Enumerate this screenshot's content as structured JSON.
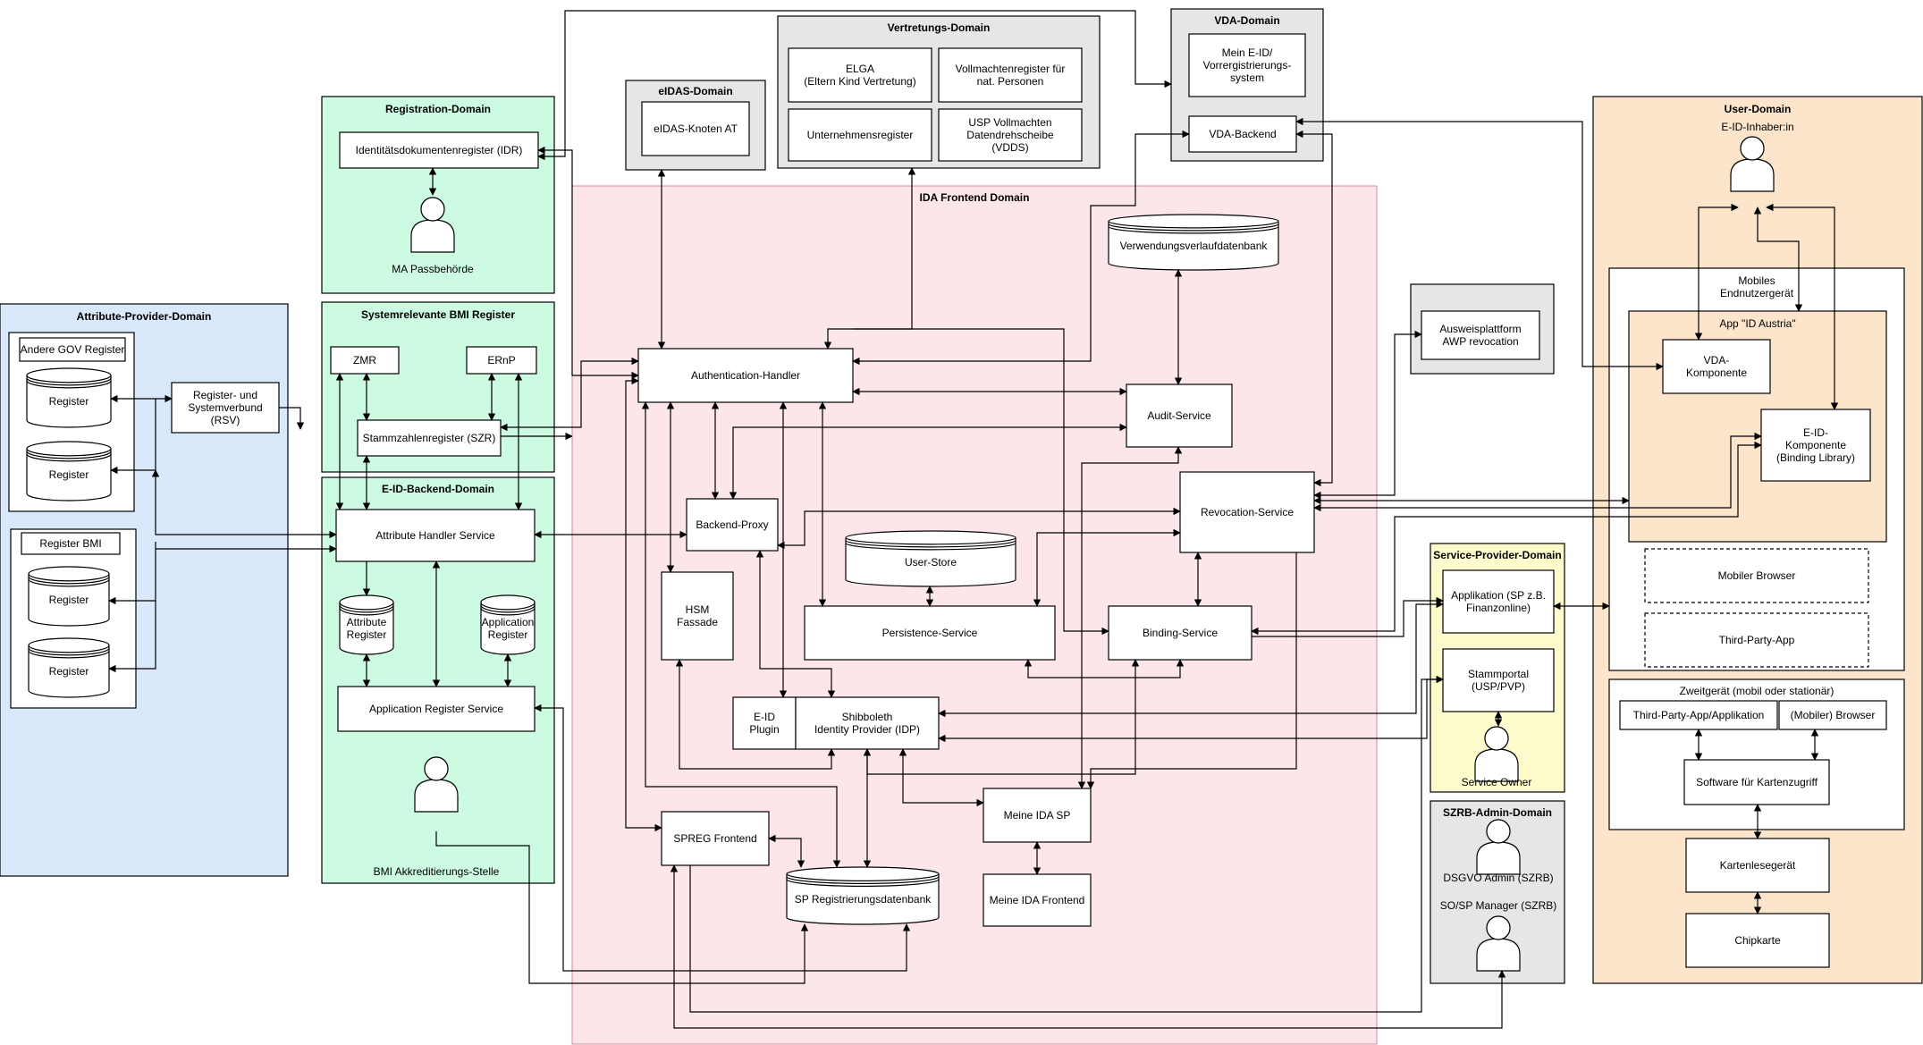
{
  "domains": {
    "attribute_provider": "Attribute-Provider-Domain",
    "registration": "Registration-Domain",
    "bmi_register": "Systemrelevante BMI Register",
    "eid_backend": "E-ID-Backend-Domain",
    "eidas": "eIDAS-Domain",
    "vertretung": "Vertretungs-Domain",
    "vda": "VDA-Domain",
    "ida_frontend": "IDA Frontend Domain",
    "user": "User-Domain",
    "service_provider": "Service-Provider-Domain",
    "szrb_admin": "SZRB-Admin-Domain"
  },
  "colors": {
    "attribute_provider": "#dae8fc",
    "registration": "#ccfbe2",
    "eid_backend": "#ccfbe2",
    "ida_frontend": "#fde6ea",
    "grey": "#e6e6e6",
    "user": "#fde5cc",
    "service_provider": "#fefccd"
  },
  "nodes": {
    "andere_gov": "Andere GOV Register",
    "register": "Register",
    "register_bmi": "Register BMI",
    "rsv": [
      "Register- und",
      "Systemverbund",
      "(RSV)"
    ],
    "idr": "Identitätsdokumentenregister (IDR)",
    "ma_passbehoerde": "MA Passbehörde",
    "zmr": "ZMR",
    "ernp": "ERnP",
    "szr": "Stammzahlenregister (SZR)",
    "attribute_handler": "Attribute Handler Service",
    "attribute_register": [
      "Attribute",
      "Register"
    ],
    "application_register": [
      "Application",
      "Register"
    ],
    "application_register_service": "Application Register Service",
    "bmi_akkreditierung": "BMI Akkreditierungs-Stelle",
    "eidas_knoten": "eIDAS-Knoten AT",
    "elga": [
      "ELGA",
      "(Eltern Kind Vertretung)"
    ],
    "vollmachtenregister": [
      "Vollmachtenregister für",
      "nat. Personen"
    ],
    "unternehmensregister": "Unternehmensregister",
    "usp_vollmachten": [
      "USP Vollmachten",
      "Datendrehscheibe",
      "(VDDS)"
    ],
    "mein_eid": [
      "Mein E-ID/",
      "Vorrergistrierungs-",
      "system"
    ],
    "vda_backend": "VDA-Backend",
    "verwendungsverlauf": "Verwendungsverlaufdatenbank",
    "authentication_handler": "Authentication-Handler",
    "audit_service": "Audit-Service",
    "backend_proxy": "Backend-Proxy",
    "revocation_service": "Revocation-Service",
    "user_store": "User-Store",
    "hsm": [
      "HSM",
      "Fassade"
    ],
    "persistence_service": "Persistence-Service",
    "binding_service": "Binding-Service",
    "eid_plugin": [
      "E-ID",
      "Plugin"
    ],
    "shibboleth": [
      "Shibboleth",
      "Identity Provider (IDP)"
    ],
    "meine_ida_sp": "Meine IDA SP",
    "spreg_frontend": "SPREG Frontend",
    "sp_registrierungsdb": "SP Registrierungsdatenbank",
    "meine_ida_frontend": "Meine IDA Frontend",
    "ausweisplattform": [
      "Ausweisplattform",
      "AWP revocation"
    ],
    "applikation_sp": [
      "Applikation (SP z.B.",
      "Finanzonline)"
    ],
    "stammportal": [
      "Stammportal",
      "(USP/PVP)"
    ],
    "service_owner": "Service Owner",
    "dsgvo_admin": "DSGVO Admin (SZRB)",
    "so_sp_manager": "SO/SP Manager (SZRB)",
    "eid_inhaber": "E-ID-Inhaber:in",
    "mobiles_endgeraet": [
      "Mobiles",
      "Endnutzergerät"
    ],
    "app_id_austria": "App \"ID Austria\"",
    "vda_komponente": [
      "VDA-",
      "Komponente"
    ],
    "eid_komponente": [
      "E-ID-",
      "Komponente",
      "(Binding Library)"
    ],
    "mobiler_browser": "Mobiler Browser",
    "third_party_app": "Third-Party-App",
    "zweitgeraet": "Zweitgerät (mobil oder stationär)",
    "third_party_applikation": "Third-Party-App/Applikation",
    "mobiler_browser2": "(Mobiler) Browser",
    "software_kartenzugriff": "Software für Kartenzugriff",
    "kartenlesegeraet": "Kartenlesegerät",
    "chipkarte": "Chipkarte"
  }
}
